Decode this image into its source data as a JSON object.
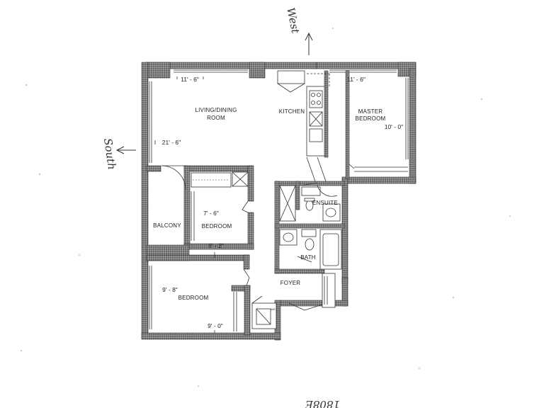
{
  "rooms": {
    "living_dining": [
      "LIVING/DINING",
      "ROOM"
    ],
    "kitchen": "KITCHEN",
    "master_bedroom": [
      "MASTER",
      "BEDROOM"
    ],
    "balcony": "BALCONY",
    "bedroom_middle": "BEDROOM",
    "bedroom_lower": "BEDROOM",
    "ensuite": "ENSUITE",
    "bath": "BATH",
    "foyer": "FOYER"
  },
  "dimensions": {
    "living_width": "11' - 6\"",
    "living_length": "21' - 6\"",
    "master_width": "11' - 6\"",
    "master_length": "10' - 0\"",
    "bedroom_middle_a": "7' - 6\"",
    "bedroom_middle_b": "8' - 2\"",
    "bedroom_lower_a": "9' - 8\"",
    "bedroom_lower_b": "9' - 0\""
  },
  "fixtures": {
    "washer_dryer_tag": "WD"
  },
  "annotations": {
    "west": "West",
    "south": "South",
    "unit": "1808E"
  },
  "colors": {
    "wall": "#555555",
    "ink": "#222222",
    "background": "#ffffff"
  }
}
